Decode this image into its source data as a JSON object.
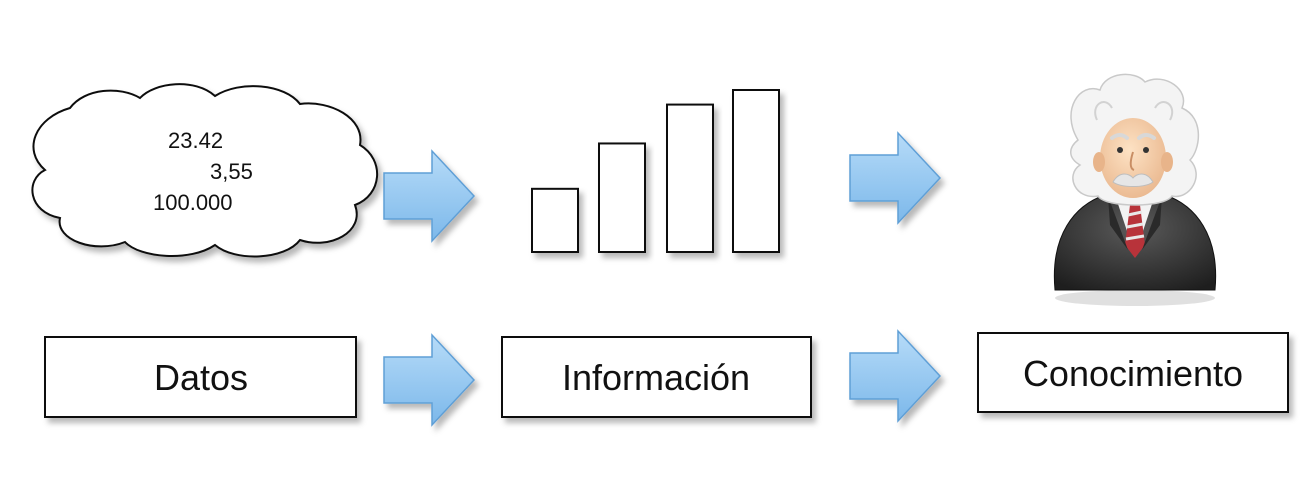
{
  "cloud": {
    "values": [
      "23.42",
      "3,55",
      "100.000"
    ]
  },
  "stages": {
    "datos": "Datos",
    "informacion": "Información",
    "conocimiento": "Conocimiento"
  },
  "bar_icon": {
    "relative_heights": [
      0.39,
      0.67,
      0.91,
      1.0
    ]
  },
  "colors": {
    "arrow_fill": "#8cc3ef",
    "arrow_stroke": "#5f9fd6",
    "box_stroke": "#111111",
    "box_fill": "#ffffff"
  },
  "icons": {
    "person": "einstein-avatar-icon"
  }
}
